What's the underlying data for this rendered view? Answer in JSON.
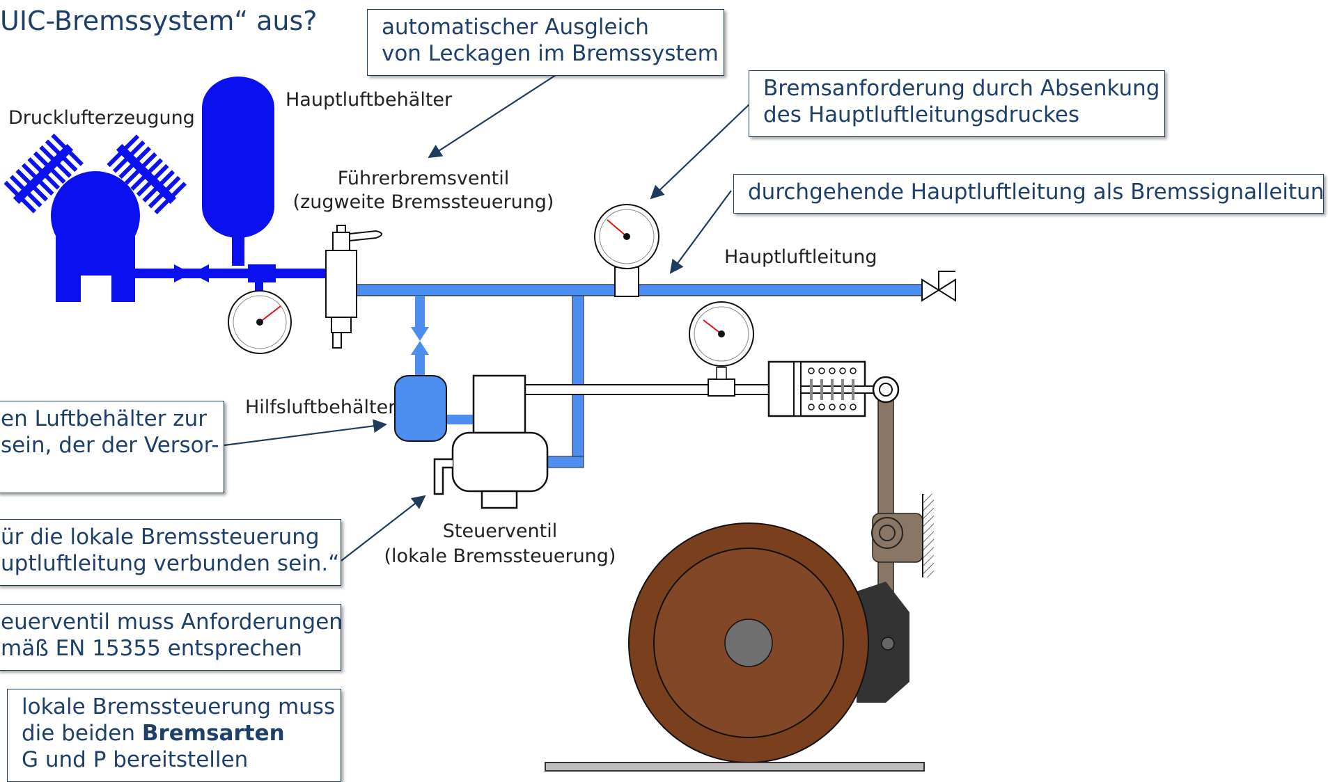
{
  "title": "UIC-Bremssystem“ aus?",
  "labels": {
    "compressor": "Drucklufterzeugung",
    "main_tank": "Hauptluftbehälter",
    "driver_valve_1": "Führerbremsventil",
    "driver_valve_2": "(zugweite Bremssteuerung)",
    "main_pipe": "Hauptluftleitung",
    "aux_tank": "Hilfsluftbehälter",
    "control_valve_1": "Steuerventil",
    "control_valve_2": "(lokale Bremssteuerung)"
  },
  "callouts": {
    "leakage": [
      "automatischer Ausgleich",
      "von Leckagen im Bremssystem"
    ],
    "brake_request": [
      "Bremsanforderung durch Absenkung",
      "des Hauptluftleitungsdruckes"
    ],
    "signal_line": [
      "durchgehende Hauptluftleitung als Bremssignalleitung"
    ],
    "aux_reservoir": [
      "en Luftbehälter zur",
      "sein, der der Versor-"
    ],
    "local_control": [
      "ür die lokale Bremssteuerung",
      "uptluftleitung verbunden sein.“"
    ],
    "en_standard": [
      "euerventil muss Anforderungen",
      "mäß EN 15355 entsprechen"
    ],
    "brake_modes": {
      "line1": "lokale Bremssteuerung muss",
      "line2_prefix": "die beiden ",
      "line2_bold": "Bremsarten",
      "line3": "G und P bereitstellen"
    }
  },
  "colors": {
    "pipe": "#4d8ff0",
    "compressor": "#0a10ee",
    "tank": "#0a10ee",
    "aux_tank": "#4d8ff0",
    "wheel_outer": "#7a3f1c",
    "wheel_inner": "#824726",
    "hub": "#6f6f6f",
    "brake_shoe": "#333333",
    "lever": "#8a7665",
    "callout_text": "#1f3f6b",
    "callout_border": "#1f3b5e"
  }
}
